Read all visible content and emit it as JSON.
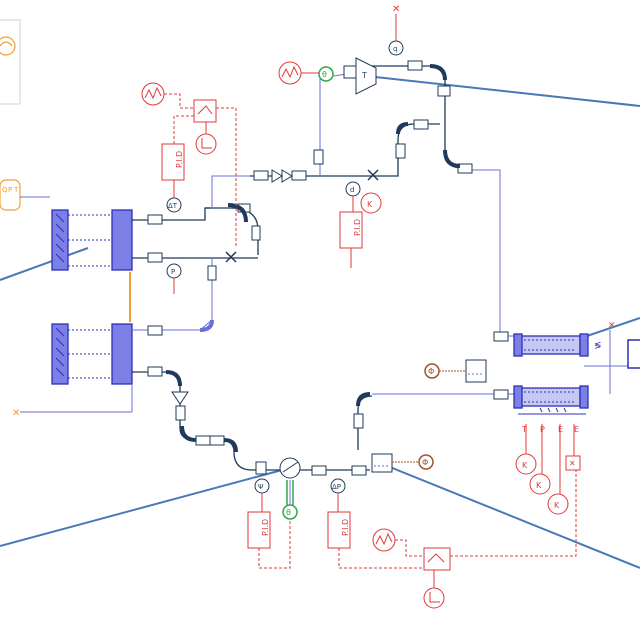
{
  "diagram": {
    "pid_label": "P.I.D",
    "delta_t_label": "ΔT",
    "delta_p_label": "ΔP",
    "gauge_labels": {
      "pressure": "P",
      "theta": "θ",
      "psi": "Ψ",
      "phi": "Φ",
      "k": "K",
      "d": "d",
      "q": "q"
    },
    "sensor_port_labels": [
      "T",
      "P",
      "E",
      "E"
    ],
    "left_box_labels": [
      "Q",
      "P",
      "T"
    ],
    "colors": {
      "pipe": "#1f3a5a",
      "signal": "#e03a3a",
      "equipment": "#2d2fb8",
      "green_device": "#2ea84a",
      "orange_device": "#f0a030",
      "crossing_line": "#4a78b8"
    }
  }
}
